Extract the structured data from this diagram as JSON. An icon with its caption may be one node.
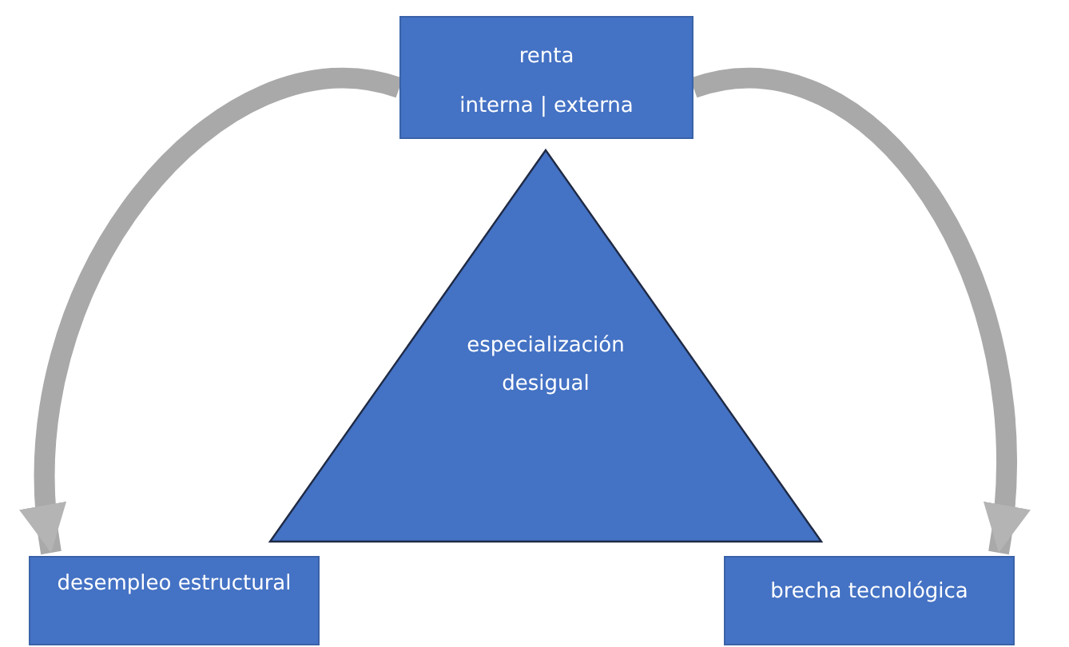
{
  "diagram": {
    "nodes": [
      {
        "text": [
          "renta",
          "interna | externa"
        ]
      },
      {
        "text": [
          "especialización desigual"
        ]
      },
      {
        "text": [
          "desempleo estructural"
        ]
      },
      {
        "text": [
          "brecha tecnológica"
        ]
      }
    ],
    "edges": [
      {
        "from": 0,
        "to": 2,
        "arrow": "to"
      },
      {
        "from": 0,
        "to": 3,
        "arrow": "to"
      }
    ]
  }
}
